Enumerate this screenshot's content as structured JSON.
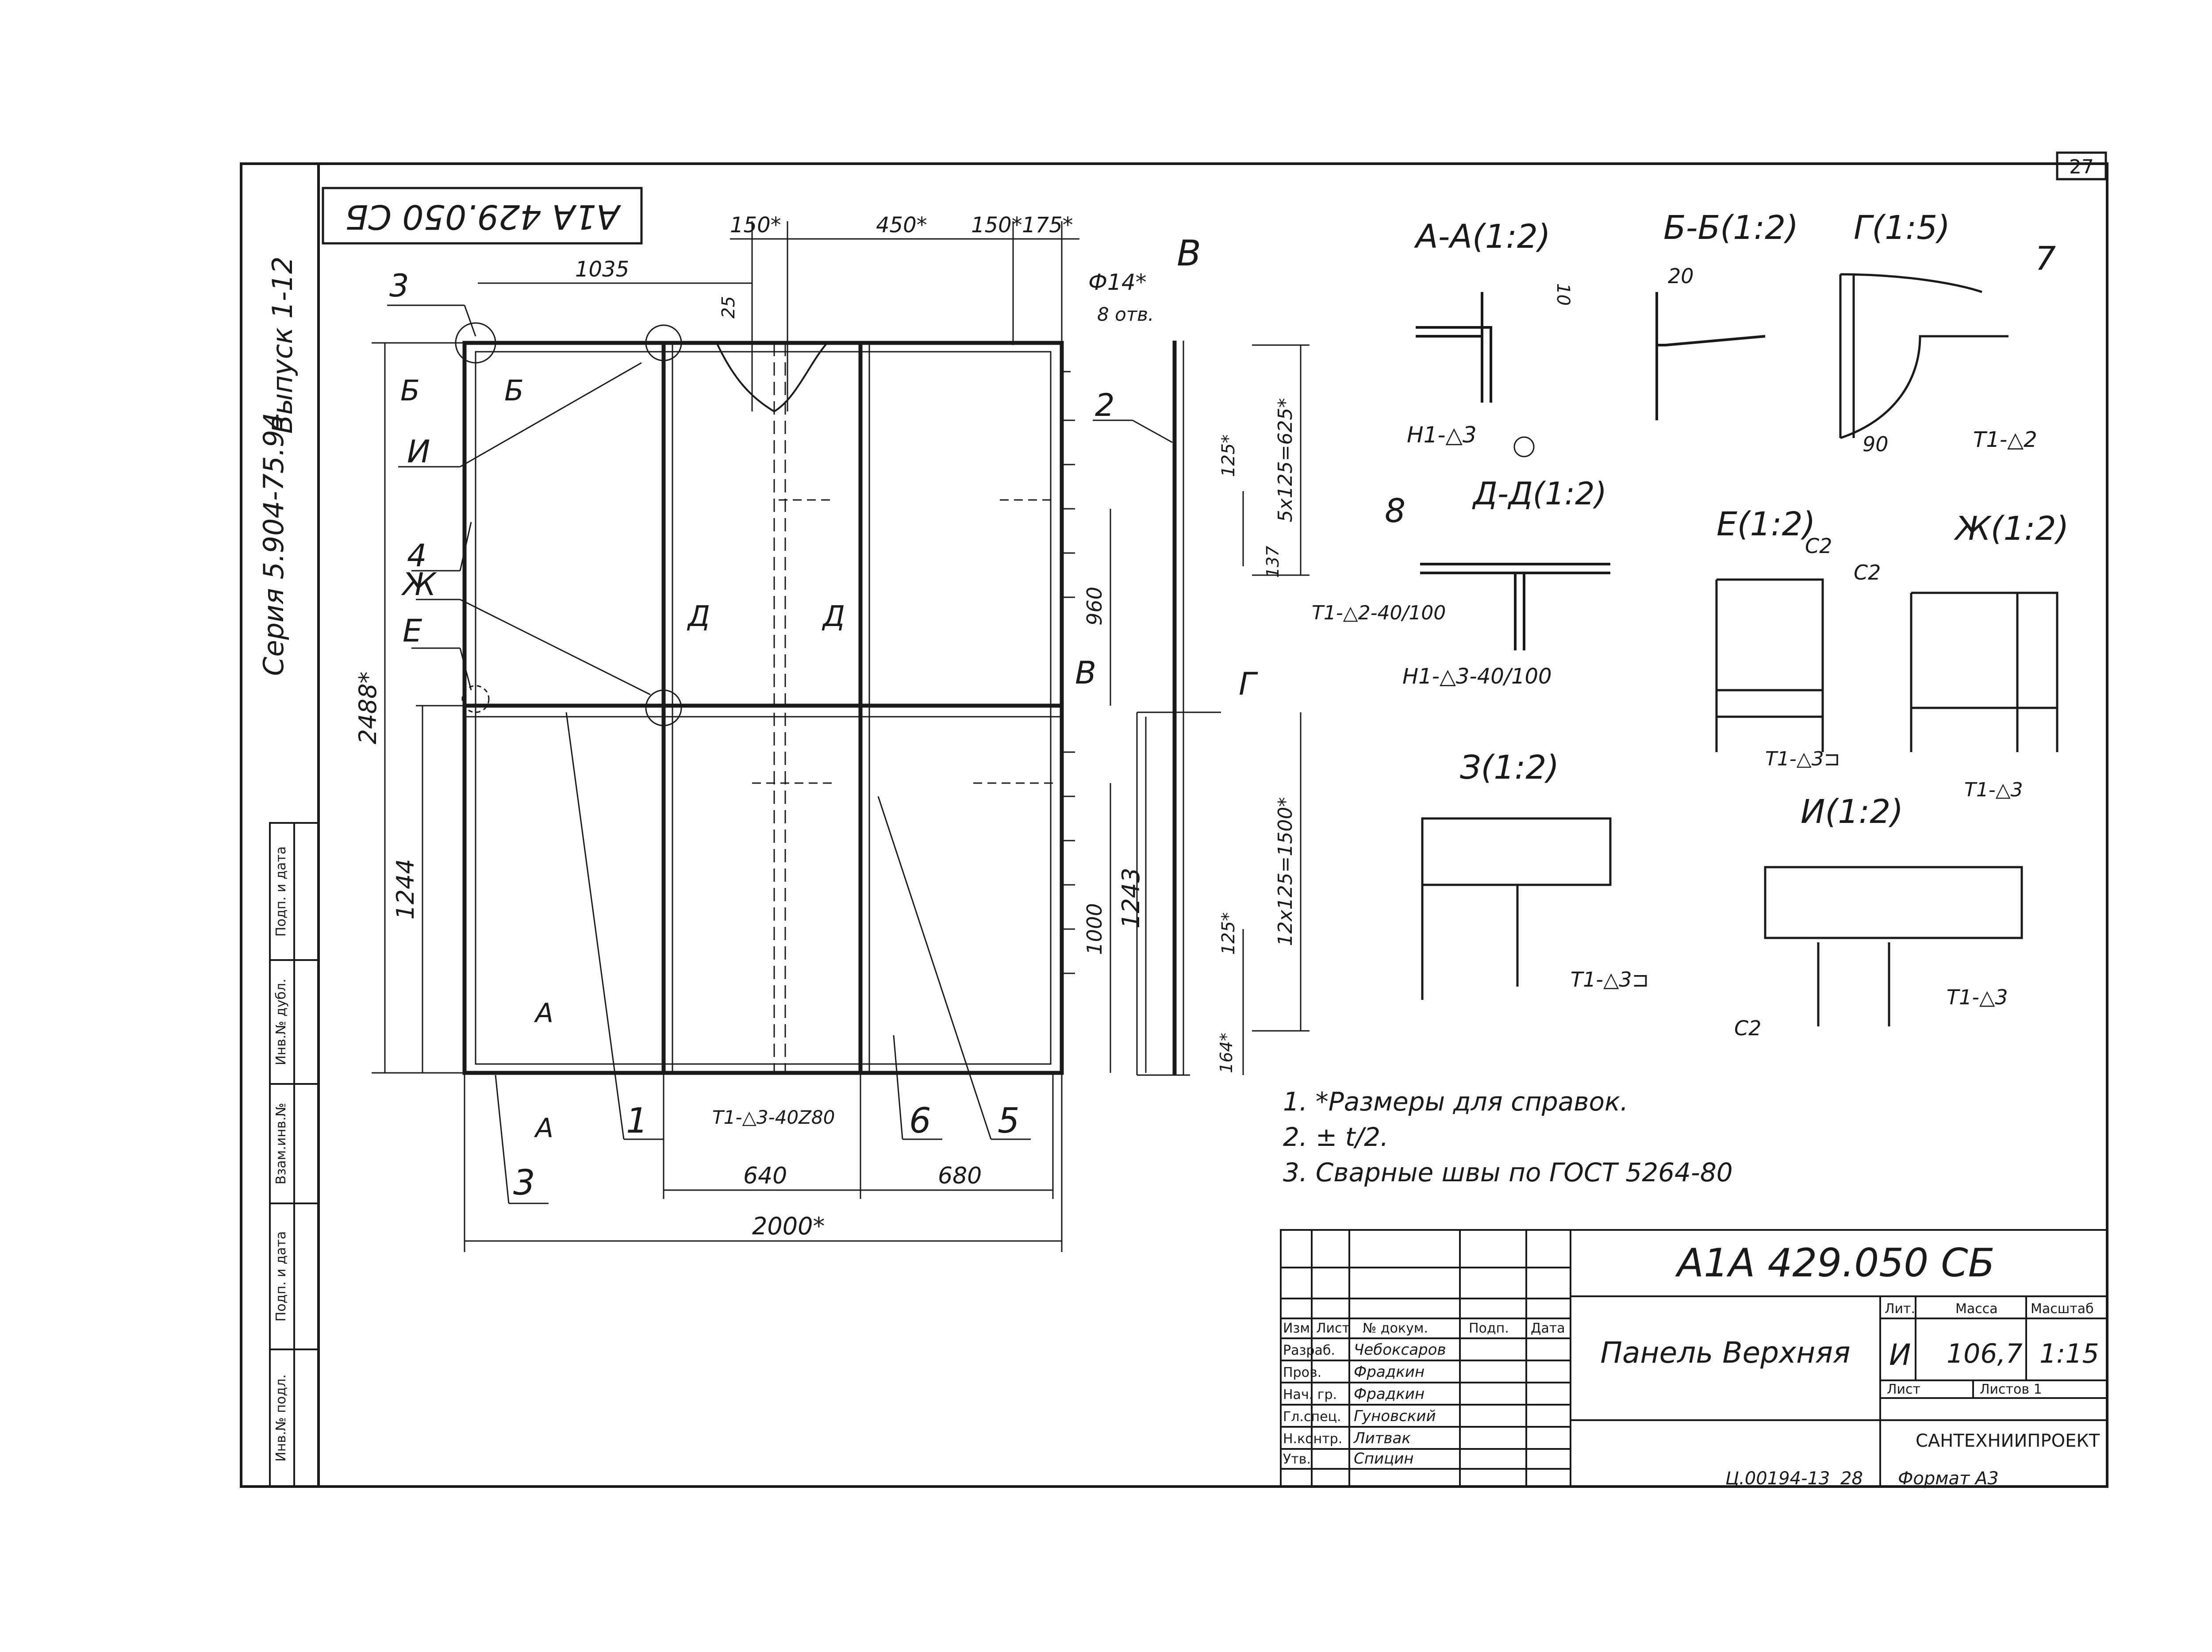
{
  "sheet_number": "27",
  "drawing_code_rotated": "А1А 429.050 СБ",
  "series": "Серия 5.904-75.94",
  "issue": "Выпуск 1-12",
  "left_stamp_labels": [
    "Подп. и дата",
    "Инв.№ дубл.",
    "Взам.инв.№",
    "Подп. и дата",
    "Инв.№ подл."
  ],
  "main_view": {
    "dims_top": [
      "150*",
      "450*",
      "150*",
      "175*"
    ],
    "dim_1035": "1035",
    "dim_25": "25",
    "hole_spec_1": "Ф14*",
    "hole_spec_2": "8 отв.",
    "label_v_top": "В",
    "label_v_mid": "В",
    "dim_2488": "2488*",
    "dim_1244": "1244",
    "dim_1243": "1243",
    "dim_960": "960",
    "dim_1000": "1000",
    "dim_640": "640",
    "dim_680": "680",
    "dim_2000": "2000*",
    "dim_5x125": "5х125=625*",
    "dim_12x125": "12х125=1500*",
    "dim_125a": "125*",
    "dim_125b": "125*",
    "dim_137": "137",
    "dim_164": "164*",
    "weld_note": "Т1-△3-40Z80",
    "section_marks": {
      "b": "Б",
      "d": "Д",
      "a": "А",
      "g": "Г"
    },
    "callouts": {
      "n3": "3",
      "n4": "4",
      "n2": "2",
      "n1": "1",
      "n6": "6",
      "n5": "5",
      "n3b": "3",
      "zh": "Ж",
      "e": "Е",
      "i": "И"
    }
  },
  "details": {
    "aa": {
      "title": "А-А(1:2)",
      "dim": "10",
      "weld": "Н1-△3"
    },
    "bb": {
      "title": "Б-Б(1:2)",
      "dim": "20"
    },
    "g": {
      "title": "Г(1:5)",
      "callout": "7",
      "dim": "90",
      "weld": "Т1-△2"
    },
    "dd": {
      "title": "Д-Д(1:2)",
      "callout": "8",
      "weld1": "Т1-△2-40/100",
      "weld2": "Н1-△3-40/100"
    },
    "e": {
      "title": "Е(1:2)",
      "c": "С2",
      "weld": "Т1-△3⊐"
    },
    "zh": {
      "title": "Ж(1:2)",
      "c": "С2",
      "weld": "Т1-△3"
    },
    "z": {
      "title": "З(1:2)",
      "weld": "Т1-△3⊐"
    },
    "i": {
      "title": "И(1:2)",
      "c": "С2",
      "weld": "Т1-△3"
    }
  },
  "notes": [
    "1. *Размеры для справок.",
    "2. ± t/2.",
    "3. Сварные швы по ГОСТ 5264-80"
  ],
  "title_block": {
    "code": "А1А 429.050 СБ",
    "name": "Панель Верхняя",
    "headers": [
      "Изм.",
      "Лист",
      "№ докум.",
      "Подп.",
      "Дата"
    ],
    "roles": [
      {
        "role": "Разраб.",
        "name": "Чебоксаров"
      },
      {
        "role": "Пров.",
        "name": "Фрадкин"
      },
      {
        "role": "Нач. гр.",
        "name": "Фрадкин"
      },
      {
        "role": "Гл.спец.",
        "name": "Гуновский"
      },
      {
        "role": "Н.контр.",
        "name": "Литвак"
      },
      {
        "role": "Утв.",
        "name": "Спицин"
      }
    ],
    "lit_label": "Лит.",
    "mass_label": "Масса",
    "scale_label": "Масштаб",
    "lit": "И",
    "mass": "106,7",
    "scale": "1:15",
    "sheet_label": "Лист",
    "sheets_label": "Листов 1",
    "org": "САНТЕХНИИПРОЕКТ"
  },
  "footer": {
    "inv": "Ц.00194-13",
    "num": "28",
    "format": "Формат А3"
  }
}
